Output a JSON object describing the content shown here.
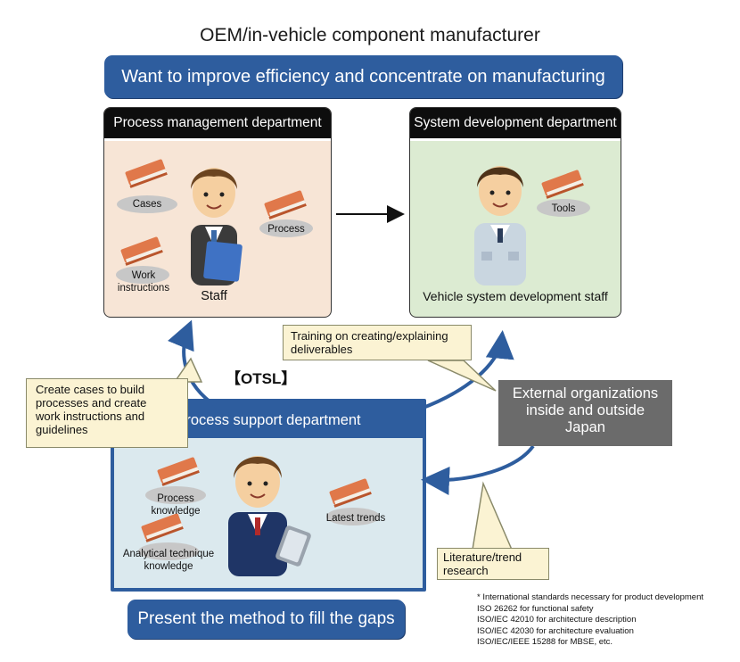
{
  "title": "OEM/in-vehicle component manufacturer",
  "top_banner": "Want to improve efficiency and concentrate on manufacturing",
  "process_management": {
    "header": "Process management department",
    "items": [
      "Cases",
      "Process",
      "Work\ninstructions"
    ],
    "staff_label": "Staff"
  },
  "system_development": {
    "header": "System development department",
    "items": [
      "Tools"
    ],
    "staff_label": "Vehicle system development staff"
  },
  "otsl_label": "【OTSL】",
  "process_support": {
    "header": "Process support department",
    "items": [
      "Process\nknowledge",
      "Latest trends",
      "Analytical technique\nknowledge"
    ]
  },
  "notes": {
    "training": "Training on creating/explaining\ndeliverables",
    "create_cases": "Create cases to build\nprocesses and create\nwork instructions and\nguidelines",
    "literature": "Literature/trend\nresearch"
  },
  "external": "External organizations\ninside and outside\nJapan",
  "bottom_banner": "Present the method to fill the gaps",
  "footnote": [
    "* International standards necessary for product development",
    "ISO 26262 for functional safety",
    "ISO/IEC 42010 for architecture description",
    "ISO/IEC 42030 for architecture evaluation",
    "ISO/IEC/IEEE 15288 for MBSE, etc."
  ],
  "colors": {
    "accent_blue": "#2e5d9e",
    "pm_bg": "#f7e5d6",
    "sd_bg": "#dcebd2",
    "ps_bg": "#dbe9ee",
    "note_bg": "#fbf3d3",
    "external_bg": "#6b6b6b"
  },
  "icons": [
    "book-icon",
    "staff-person-icon",
    "arrow-icon"
  ]
}
